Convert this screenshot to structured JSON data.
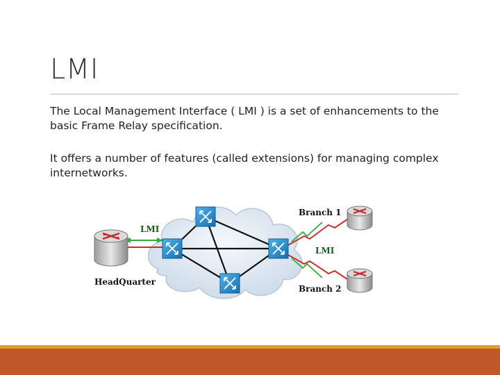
{
  "slide": {
    "title": "LMI",
    "paragraphs": [
      "The Local Management Interface ( LMI ) is a set of enhancements to the basic Frame Relay specification.",
      "It offers a number of features (called extensions) for managing complex internetworks."
    ]
  },
  "diagram": {
    "labels": {
      "lmi_left": "LMI",
      "lmi_right": "LMI",
      "headquarter": "HeadQuarter",
      "branch1": "Branch 1",
      "branch2": "Branch 2"
    },
    "colors": {
      "accent_bar": "#c0582a",
      "accent_thin": "#e59a2d",
      "cloud": "#dde8f3",
      "switch": "#1f8fd4",
      "link_green": "#2fae3a",
      "link_red": "#d12c2c",
      "label_text": "#1e5c24"
    }
  }
}
